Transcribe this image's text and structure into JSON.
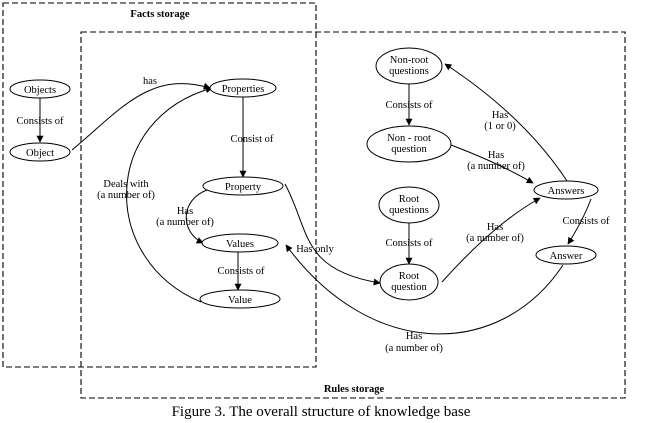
{
  "regions": {
    "facts": {
      "label": "Facts storage"
    },
    "rules": {
      "label": "Rules storage"
    }
  },
  "nodes": {
    "objects": [
      "Objects"
    ],
    "object": [
      "Object"
    ],
    "properties": [
      "Properties"
    ],
    "property": [
      "Property"
    ],
    "values": [
      "Values"
    ],
    "value": [
      "Value"
    ],
    "nonroot_questions": [
      "Non-root",
      "questions"
    ],
    "nonroot_question": [
      "Non - root",
      "question"
    ],
    "answers": [
      "Answers"
    ],
    "answer": [
      "Answer"
    ],
    "root_questions": [
      "Root",
      "questions"
    ],
    "root_question": [
      "Root",
      "question"
    ]
  },
  "edges": {
    "objects_object": [
      "Consists of"
    ],
    "object_properties": [
      "has"
    ],
    "properties_property": [
      "Consist of"
    ],
    "property_values": [
      "Has",
      "(a number of)"
    ],
    "value_properties": [
      "Deals with",
      "(a number of)"
    ],
    "values_value": [
      "Consists of"
    ],
    "property_root_question": [
      "Has only"
    ],
    "nonroot_questions_question": [
      "Consists of"
    ],
    "nonroot_question_answers": [
      "Has",
      "(a number of)"
    ],
    "answers_nonroot_questions": [
      "Has",
      "(1 or 0)"
    ],
    "answers_answer": [
      "Consists of"
    ],
    "root_questions_question": [
      "Consists of"
    ],
    "root_question_answers": [
      "Has",
      "(a number of)"
    ],
    "answer_values": [
      "Has",
      "(a number of)"
    ]
  },
  "caption": "Figure 3. The overall structure of knowledge base"
}
